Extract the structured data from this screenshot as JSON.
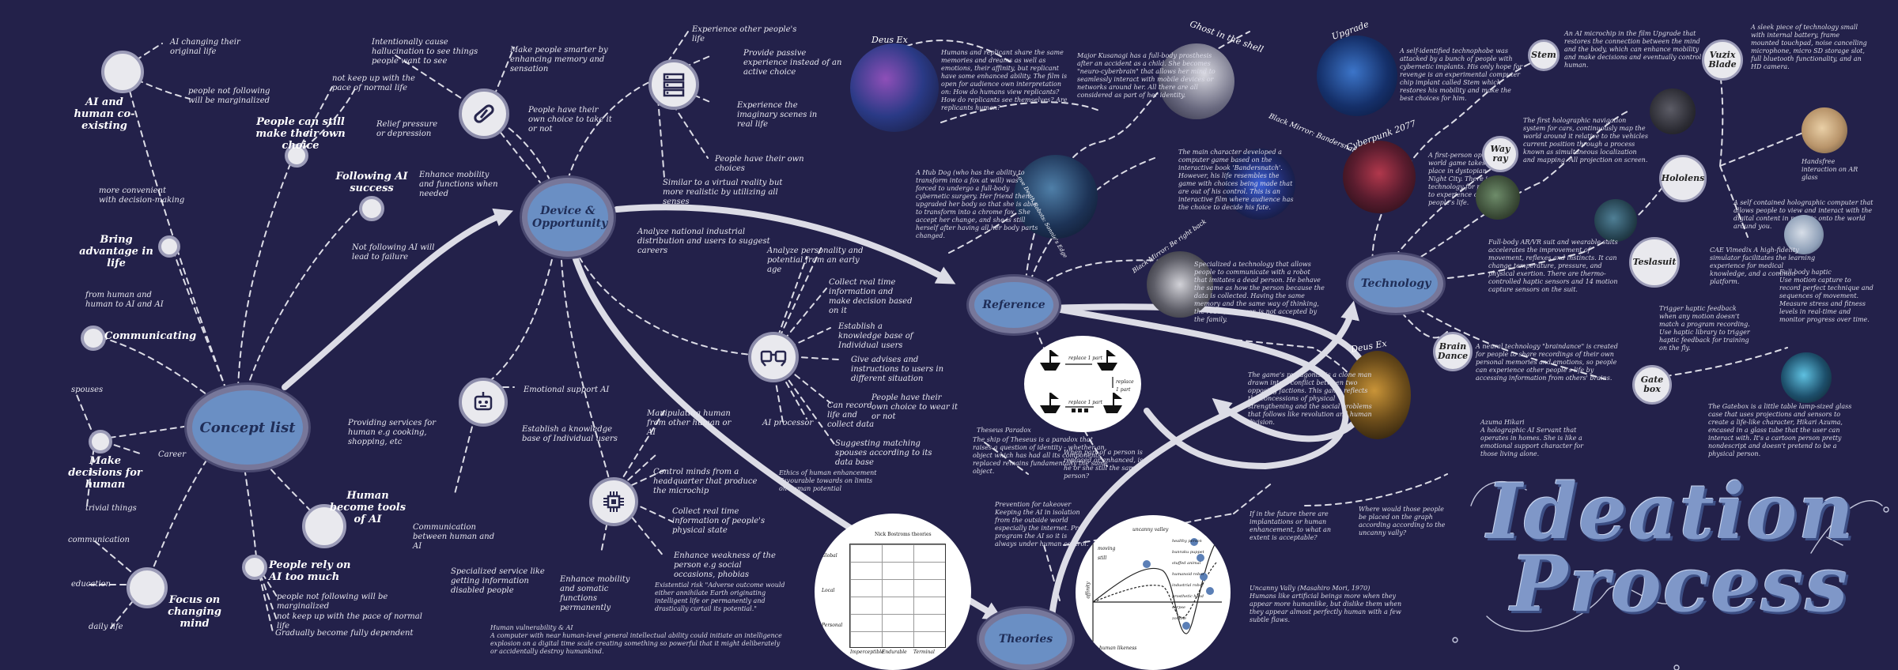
{
  "hubs": {
    "concept": "Concept list",
    "device": "Device & Opportunity",
    "reference": "Reference",
    "technology": "Technology",
    "theories": "Theories"
  },
  "concept": {
    "coexist": "AI and human co-existing",
    "coexist_note1": "AI changing their original life",
    "coexist_note2": "people not following will be marginalized",
    "own_choice": "People can still make their own choice",
    "own_choice_note": "not keep up with the pace of normal life",
    "following": "Following AI success",
    "following_note": "Not following AI will lead to failure",
    "advantage": "Bring advantage in life",
    "advantage_note": "more convenient with decision-making",
    "communicating": "Communicating",
    "communicating_note": "from human and human to AI and AI",
    "decisions": "Make decisions for human",
    "decisions_note1": "spouses",
    "decisions_note2": "Career",
    "decisions_note3": "trivial things",
    "focus": "Focus on changing mind",
    "focus_note1": "communication",
    "focus_note2": "education",
    "focus_note3": "daily life",
    "tools": "Human become tools of AI",
    "rely": "People rely on AI too much",
    "rely_note1": "people not following will be marginalized",
    "rely_note2": "not keep up with the pace of normal life",
    "rely_note3": "Gradually become fully dependent"
  },
  "device": {
    "d1": "Intentionally cause hallucination to see things people want to see",
    "d2": "Make people smarter by enhancing memory and sensation",
    "d3": "Relief pressure or depression",
    "d4": "People have their own choice to take it or not",
    "d5": "Enhance mobility and functions when needed",
    "d6": "Experience other people's life",
    "d7": "Provide passive experience instead of an active choice",
    "d8": "Experience the imaginary scenes in real life",
    "d9": "People have their own choices",
    "d10": "Similar to a virtual reality but more realistic by utilizing all senses",
    "d11": "Analyze national industrial distribution and users to suggest careers",
    "d12": "Analyze personality and potential from an early age",
    "d13": "Collect real time information and make decision based on it",
    "d14": "Establish a knowledge base of Individual users",
    "d15": "Give advises and instructions to users in different situation",
    "d16": "People have their own choice to wear it or not",
    "d17": "Can record life and collect data",
    "d18": "AI processor",
    "d19": "Suggesting matching spouses according to its data base",
    "d20": "Emotional support AI",
    "d21": "Providing services for human e.g cooking, shopping, etc",
    "d22": "Communication between human and AI",
    "d23": "Manipulating human from other human or AI",
    "d24": "Establish a knowledge base of Individual users",
    "d25": "Control minds from a headquarter that produce the microchip",
    "d26": "Collect real time information of people's physical state",
    "d27": "Enhance weakness of the person e.g social occasions, phobias",
    "d28": "Enhance mobility and somatic functions permanently",
    "d29": "Specialized service like getting information disabled people"
  },
  "reference": {
    "deusex_title": "Deus Ex",
    "deusex_text": "Humans and replicant share the same memories and dreams as well as emotions, their affinity, but replicant have some enhanced ability. The film is open for audience own interpretation on: How do humans view replicants? How do replicants see themselves? Are replicants human?",
    "ghost_title": "Ghost in the shell",
    "ghost_text": "Major Kusanagi has a full-body prosthesis after an accident as a child. She becomes \"neuro-cyberbrain\" that allows her mind to seamlessly interact with mobile devices or networks around her. All there are all considered as part of her identity.",
    "upgrade_title": "Upgrade",
    "upgrade_text": "A self-identified technophobe was attacked by a bunch of people with cybernetic implants. His only hope for revenge is an experimental computer chip implant called Stem which restores his mobility and make the best choices for him.",
    "bm_title": "Black Mirror: Bandersnatch",
    "bm_text": "The main character developed a computer game based on the interactive book 'Bandersnatch'. However, his life resembles the game with choices being made that are out of his control. This is an interactive film where audience has the choice to decide his fate.",
    "cp_title": "Cyberpunk 2077",
    "cp_text": "A first-person open world game takes place in dystopian Night City. There is a technology for people to experience other people's life.",
    "ld_title": "Love Death Robots: Sonnie's Edge",
    "ld_text": "A Hub Dog (who has the ability to transform into a fox at will) was forced to undergo a full-body cybernetic surgery. Her friend then upgraded her body so that she is able to transform into a chrome fox. She accept her change, and she is still herself after having all her body parts changed.",
    "bmb_title": "Black Mirror: Be right back",
    "bmb_text": "Specialized a technology that allows people to communicate with a robot that imitates a dead person. He behave the same as how the person because the data is collected. Having the same memory and the same way of thinking, the robot, however, is not accepted by the family.",
    "deus2_title": "Deus Ex",
    "deus2_text": "The game's protagonist is a clone man drawn into a conflict between two opposing factions. This game reflects the concessions of physical strengthening and the social problems that follows like revolution and human division."
  },
  "theories": {
    "theseus_title": "Theseus Paradox",
    "theseus_text": "The ship of Theseus is a paradox that raises a question of identity - whether an object which has had all its components replaced remains fundamentally the same object.",
    "theseus_q": "When part of a person is replaced or enhanced, is he or she still the same person?",
    "replace1": "replace 1 part",
    "replace2": "replace 1 part",
    "replace3": "replace 1 part",
    "bostrom_title": "Nick Bostroms theories",
    "ethics": "Ethics of human enhancement Favourable towards on limits on human potential",
    "existential": "Existential risk \"Adverse outcome would either annihilate Earth originating intelligent life or permanently and drastically curtail its potential.\"",
    "vulnerability": "Human vulnerability & AI\nA computer with near human-level general intellectual ability could initiate an intelligence explosion on a digital time scale creating something so powerful that it might deliberately or accidentally destroy humankind.",
    "prevention": "Prevention for takeover\nKeeping the AI in isolation from the outside world especially the internet. Pre-program the AI so it is always under human control.",
    "future": "If in the future there are implantations or human enhancement, to what an extent is acceptable?",
    "where": "Where would those people be placed on the graph according according to the uncanny vally?",
    "uncanny": "Uncanny Vally (Masahiro Mori, 1970)\nHumans like artificial beings more when they appear more humanlike, but dislike them when they appear almost perfectly human with a few subtle flaws.",
    "graph_title": "uncanny valley",
    "graph_y": "affinity",
    "graph_x": "human likeness",
    "graph_moving": "moving",
    "graph_still": "still",
    "graph_labels": [
      "healthy person",
      "bunraku puppet",
      "stuffed animal",
      "humanoid robot",
      "industrial robot",
      "prosthetic hand",
      "corpse",
      "zombie"
    ],
    "grid_rows": [
      "Global",
      "Local",
      "Personal"
    ],
    "grid_cols": [
      "Imperceptible",
      "Endurable",
      "Terminal"
    ]
  },
  "technology": {
    "stem": "Stem",
    "stem_text": "An AI microchip in the film Upgrade that restores the connection between the mind and the body, which can enhance mobility and make decisions and eventually control human.",
    "vizix": "Vuzix Blade",
    "vizix_text": "A sleek piece of technology small with internal battery, frame mounted touchpad, noise cancelling microphone, micro SD storage slot, full bluetooth functionality, and an HD camera.",
    "wayray": "Way ray",
    "wayray_text": "The first holographic navigation system for cars, continuously map the world around it relative to the vehicles current position through a process known as simultaneous localization and mapping. All projection on screen.",
    "hololens": "Hololens",
    "hololens_note": "Handsfree interaction on AR glass",
    "hololens_text": "A self contained holographic computer that allows people to view and interact with the digital content in projects onto the world around you.",
    "teslasuit": "Teslasuit",
    "teslasuit_text": "Full-body AR/VR suit and wearable suits accelerates the improvement of movement, reflexes and instincts. It can change temperature, pressure, and physical exertion. There are thermo-controlled haptic sensors and 14 motion capture sensors on the suit.",
    "cae": "CAE Vimedix  A high-fidelity simulator facilitates the learning experience for medical knowledge, and a common platform.",
    "haptic1": "Full body haptic\nUse motion capture to record perfect technique and sequences of movement. Measure stress and fitness levels in real-time and monitor progress over time.",
    "haptic2": "Trigger haptic feedback when any motion doesn't match a program recording. Use haptic library to trigger haptic feedback for training on the fly.",
    "braindance": "Brain Dance",
    "braindance_text": "A neural technology \"braindance\" is created for people to share recordings of their own personal memories and emotions, so people can experience other people's life by accessing information from others' brains.",
    "gatebox": "Gate box",
    "gatebox_text": "The Gatebox is a little table lamp-sized glass case that uses projections and sensors to create a life-like character, Hikari Azuma, encased in a glass tube that the user can interact with. It's a cartoon person pretty nondescript and doesn't pretend to be a physical person.",
    "azuma": "Azuma Hikari\nA holographic AI Servant that operates in homes. She is like a emotional support character for those living alone."
  },
  "title": {
    "line1": "Ideation",
    "line2": "Process"
  }
}
